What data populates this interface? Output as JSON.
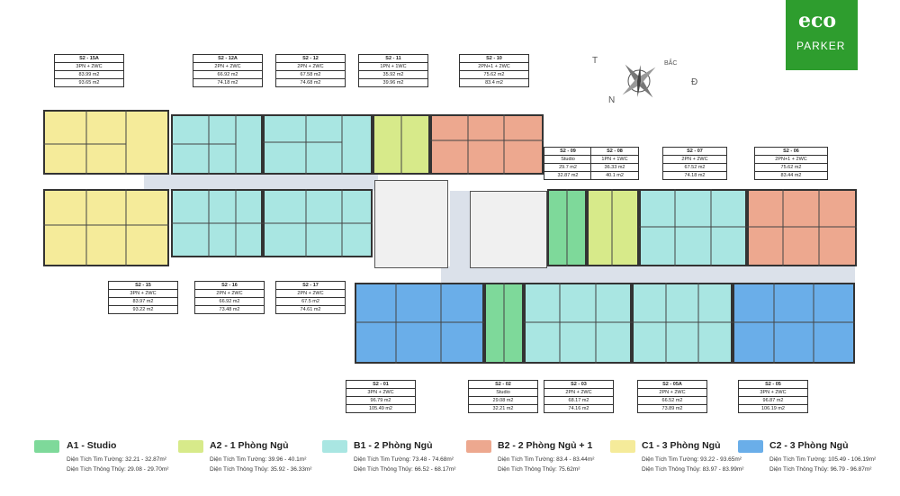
{
  "brand": {
    "logo_top": "eco",
    "logo_bottom": "PARKER"
  },
  "compass": {
    "north": "BẮC",
    "east": "Đ",
    "south": "N",
    "west": "T"
  },
  "types": {
    "A1": {
      "name": "A1 - Studio",
      "color": "#7ed99a",
      "tt": "Diện Tích Tim Tường: 32.21 - 32.87m²",
      "th": "Diện Tích Thông Thủy: 29.08 - 29.70m²"
    },
    "A2": {
      "name": "A2 - 1 Phòng Ngủ",
      "color": "#d7ea8a",
      "tt": "Diện Tích Tim Tường: 39.96 - 40.1m²",
      "th": "Diện Tích Thông Thủy: 35.92 - 36.33m²"
    },
    "B1": {
      "name": "B1 - 2 Phòng Ngủ",
      "color": "#a9e6e2",
      "tt": "Diện Tích Tim Tường: 73.48 - 74.68m²",
      "th": "Diện Tích Thông Thủy: 66.52 - 68.17m²"
    },
    "B2": {
      "name": "B2 - 2 Phòng Ngủ + 1",
      "color": "#eda88f",
      "tt": "Diện Tích Tim Tường: 83.4 - 83.44m²",
      "th": "Diện Tích Thông Thủy: 75.62m²"
    },
    "C1": {
      "name": "C1 - 3 Phòng Ngủ",
      "color": "#f5eb9a",
      "tt": "Diện Tích Tim Tường: 93.22 - 93.65m²",
      "th": "Diện Tích Thông Thủy: 83.97 - 83.99m²"
    },
    "C2": {
      "name": "C2 - 3 Phòng Ngủ",
      "color": "#6aaee9",
      "tt": "Diện Tích Tim Tường: 105.49 - 106.19m²",
      "th": "Diện Tích Thông Thủy: 96.79 - 96.87m²"
    }
  },
  "units": [
    {
      "code": "S2 - 15A",
      "type": "3PN + 2WC",
      "a1": "83.99 m2",
      "a2": "93.65 m2"
    },
    {
      "code": "S2 - 12A",
      "type": "2PN + 2WC",
      "a1": "66.92 m2",
      "a2": "74.18 m2"
    },
    {
      "code": "S2 - 12",
      "type": "2PN + 2WC",
      "a1": "67.58 m2",
      "a2": "74.68 m2"
    },
    {
      "code": "S2 - 11",
      "type": "1PN + 1WC",
      "a1": "35.92 m2",
      "a2": "39.96 m2"
    },
    {
      "code": "S2 - 10",
      "type": "2PN+1 + 2WC",
      "a1": "75.62 m2",
      "a2": "83.4 m2"
    },
    {
      "code": "S2 - 09",
      "type": "Studio",
      "a1": "29.7 m2",
      "a2": "32.87 m2"
    },
    {
      "code": "S2 - 08",
      "type": "1PN + 1WC",
      "a1": "36.33 m2",
      "a2": "40.1 m2"
    },
    {
      "code": "S2 - 07",
      "type": "2PN + 2WC",
      "a1": "67.52 m2",
      "a2": "74.18 m2"
    },
    {
      "code": "S2 - 06",
      "type": "2PN+1 + 2WC",
      "a1": "75.62 m2",
      "a2": "83.44 m2"
    },
    {
      "code": "S2 - 15",
      "type": "3PN + 2WC",
      "a1": "83.97 m2",
      "a2": "93.22 m2"
    },
    {
      "code": "S2 - 16",
      "type": "2PN + 2WC",
      "a1": "66.92 m2",
      "a2": "73.48 m2"
    },
    {
      "code": "S2 - 17",
      "type": "2PN + 2WC",
      "a1": "67.5 m2",
      "a2": "74.61 m2"
    },
    {
      "code": "S2 - 01",
      "type": "3PN + 2WC",
      "a1": "96.79 m2",
      "a2": "105.49 m2"
    },
    {
      "code": "S2 - 02",
      "type": "Studio",
      "a1": "29.08 m2",
      "a2": "32.21 m2"
    },
    {
      "code": "S2 - 03",
      "type": "2PN + 2WC",
      "a1": "68.17 m2",
      "a2": "74.16 m2"
    },
    {
      "code": "S2 - 05A",
      "type": "2PN + 2WC",
      "a1": "66.52 m2",
      "a2": "73.89 m2"
    },
    {
      "code": "S2 - 05",
      "type": "3PN + 2WC",
      "a1": "96.87 m2",
      "a2": "106.19 m2"
    }
  ]
}
